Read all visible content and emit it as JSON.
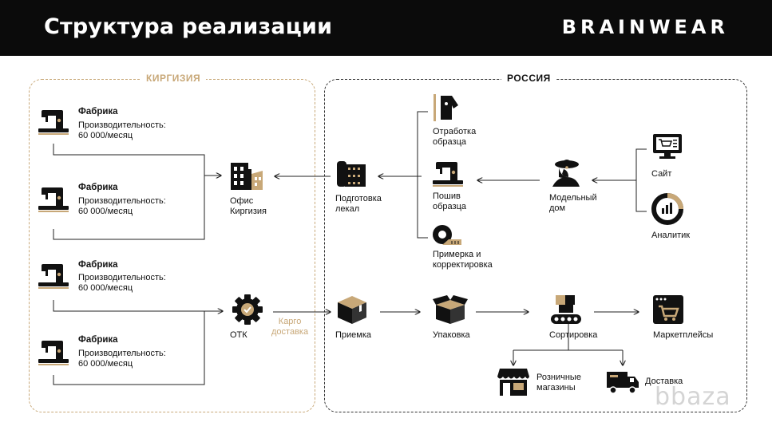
{
  "header": {
    "title": "Структура реализации",
    "logo": "BRAINWEAR"
  },
  "regions": {
    "kyrgyzstan": "КИРГИЗИЯ",
    "russia": "РОССИЯ"
  },
  "factories": [
    {
      "name": "Фабрика",
      "capacity_label": "Производительность:",
      "capacity_value": "60 000/месяц"
    },
    {
      "name": "Фабрика",
      "capacity_label": "Производительность:",
      "capacity_value": "60 000/месяц"
    },
    {
      "name": "Фабрика",
      "capacity_label": "Производительность:",
      "capacity_value": "60 000/месяц"
    },
    {
      "name": "Фабрика",
      "capacity_label": "Производительность:",
      "capacity_value": "60 000/месяц"
    }
  ],
  "nodes": {
    "office": "Офис\nКиргизия",
    "otk": "ОТК",
    "cargo": "Карго\nдоставка",
    "patterns": "Подготовка\nлекал",
    "sample_dev": "Отработка\nобразца",
    "sample_sew": "Пошив\nобразца",
    "fitting": "Примерка и\nкорректировка",
    "fashion_house": "Модельный\nдом",
    "site": "Сайт",
    "analytics": "Аналитик",
    "receiving": "Приемка",
    "packing": "Упаковка",
    "sorting": "Сортировка",
    "marketplaces": "Маркетплейсы",
    "retail": "Розничные\nмагазины",
    "delivery": "Доставка"
  },
  "colors": {
    "accent": "#c8a878",
    "dark": "#0b0b0b"
  },
  "watermark": "bbaza"
}
